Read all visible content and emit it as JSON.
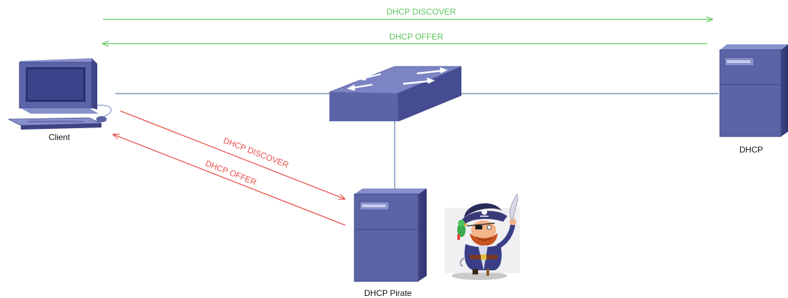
{
  "nodes": {
    "client": {
      "label": "Client"
    },
    "dhcp_server": {
      "label": "DHCP"
    },
    "dhcp_pirate": {
      "label": "DHCP Pirate"
    },
    "switch": {
      "label": ""
    }
  },
  "flows": {
    "legit_discover": {
      "label": "DHCP DISCOVER",
      "color": "#5cc45c"
    },
    "legit_offer": {
      "label": "DHCP OFFER",
      "color": "#5cc45c"
    },
    "rogue_discover": {
      "label": "DHCP DISCOVER",
      "color": "#e8504a"
    },
    "rogue_offer": {
      "label": "DHCP OFFER",
      "color": "#e8504a"
    }
  },
  "colors": {
    "device_blue": "#5c64a8",
    "device_light": "#8890cc",
    "device_dark": "#3e4484",
    "link_line": "#5a7fa8"
  },
  "icons": [
    "computer-icon",
    "network-switch-icon",
    "server-tower-icon",
    "pirate-icon"
  ]
}
